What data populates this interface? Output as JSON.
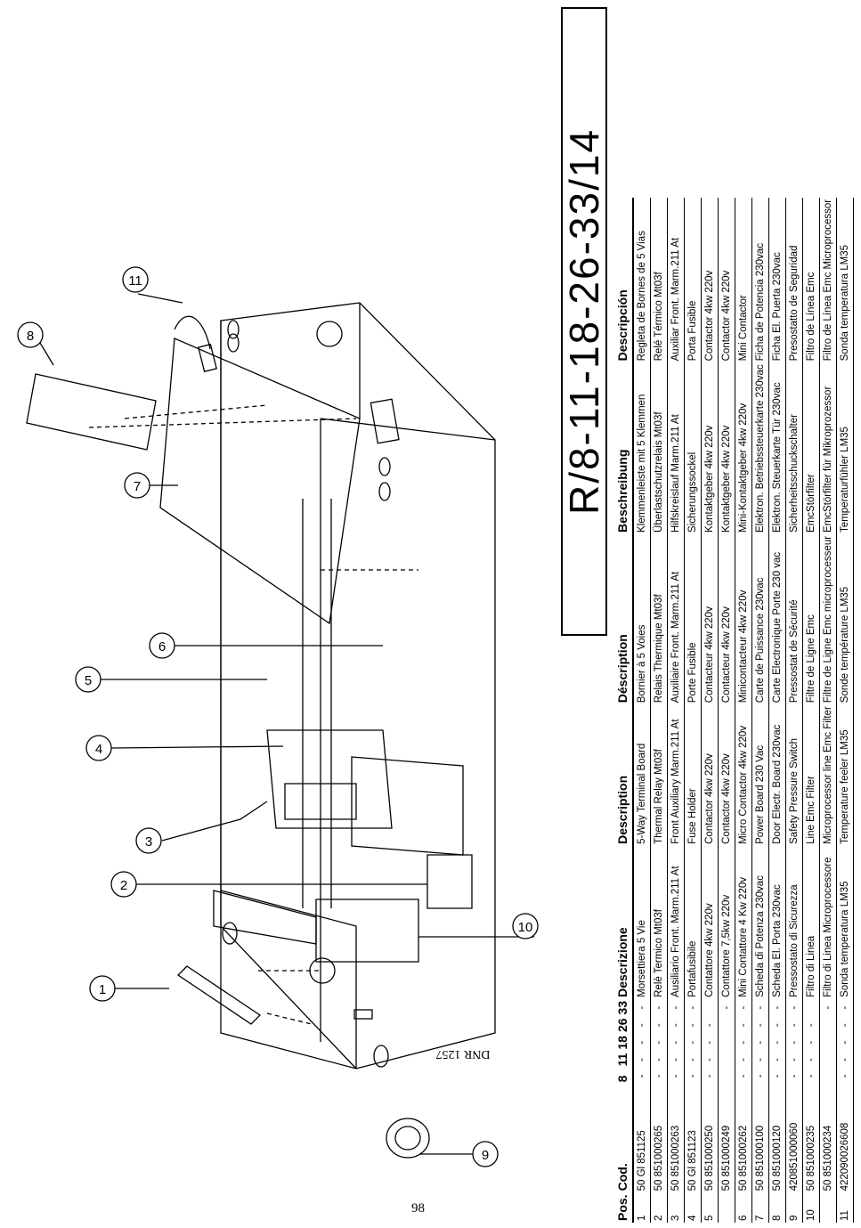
{
  "page": {
    "number": "98"
  },
  "title": "R/8-11-18-26-33/14",
  "diagram": {
    "callouts": [
      "1",
      "2",
      "3",
      "4",
      "5",
      "6",
      "7",
      "8",
      "9",
      "10",
      "11"
    ],
    "plate_label": "DNR 1257"
  },
  "table": {
    "headers": {
      "pos": "Pos.",
      "cod": "Cod.",
      "m8": "8",
      "m11": "11",
      "m18": "18",
      "m26": "26",
      "m33": "33",
      "it": "Descrizione",
      "en": "Description",
      "fr": "Déscription",
      "de": "Beschreibung",
      "es": "Descripción"
    },
    "rows": [
      {
        "pos": "1",
        "cod": "50 Gl 851125",
        "m": [
          "-",
          "-",
          "-",
          "-",
          "-"
        ],
        "it": "Morsettiera 5 Vie",
        "en": "5-Way Terminal Board",
        "fr": "Bornier à 5 Voies",
        "de": "Klemmenleiste mit 5 Klemmen",
        "es": "Regleta de Bornes de 5 Vias"
      },
      {
        "pos": "2",
        "cod": "50 851000265",
        "m": [
          "-",
          "-",
          "-",
          "-",
          "-"
        ],
        "it": "Relè Termico Mt03f",
        "en": "Thermal Relay Mt03f",
        "fr": "Relais Thermique Mt03f",
        "de": "Überlastschutzrelais Mt03f",
        "es": "Relé Térmico Mt03f"
      },
      {
        "pos": "3",
        "cod": "50 851000263",
        "m": [
          "-",
          "-",
          "-",
          "-",
          "-"
        ],
        "it": "Ausiliario Front. Marm.211 At",
        "en": "Front Auxiliary Marm.211 At",
        "fr": "Auxiliaire Front. Marm.211 At",
        "de": "Hilfskreislauf Marm.211 At",
        "es": "Auxiliar Front. Marm.211 At"
      },
      {
        "pos": "4",
        "cod": "50 Gl 851123",
        "m": [
          "-",
          "-",
          "-",
          "-",
          "-"
        ],
        "it": "Portafusibile",
        "en": "Fuse Holder",
        "fr": "Porte Fusible",
        "de": "Sicherungssockel",
        "es": "Porta Fusible"
      },
      {
        "pos": "5",
        "cod": "50 851000250",
        "m": [
          "-",
          "-",
          "-",
          "-",
          ""
        ],
        "it": "Contattore 4kw 220v",
        "en": "Contactor 4kw 220v",
        "fr": "Contacteur 4kw 220v",
        "de": "Kontaktgeber 4kw 220v",
        "es": "Contactor 4kw 220v"
      },
      {
        "pos": "",
        "cod": "50 851000249",
        "m": [
          "",
          "",
          "",
          "",
          "-"
        ],
        "it": "Contattore 7,5kw 220v",
        "en": "Contactor 4kw 220v",
        "fr": "Contacteur 4kw 220v",
        "de": "Kontaktgeber 4kw 220v",
        "es": "Contactor 4kw 220v"
      },
      {
        "pos": "6",
        "cod": "50 851000262",
        "m": [
          "-",
          "-",
          "-",
          "-",
          "-"
        ],
        "it": "Mini Contattore 4 Kw 220v",
        "en": "Micro Contactor 4kw 220v",
        "fr": "Minicontacteur 4kw 220v",
        "de": "Mini-Kontaktgeber 4kw 220v",
        "es": "Mini Contactor"
      },
      {
        "pos": "7",
        "cod": "50 851000100",
        "m": [
          "-",
          "-",
          "-",
          "-",
          "-"
        ],
        "it": "Scheda di Potenza 230vac",
        "en": "Power Board 230 Vac",
        "fr": "Carte de Puissance 230vac",
        "de": "Elektron. Betriebssteuerkarte 230vac",
        "es": "Ficha de Potencia 230vac"
      },
      {
        "pos": "8",
        "cod": "50 851000120",
        "m": [
          "-",
          "-",
          "-",
          "-",
          "-"
        ],
        "it": "Scheda El. Porta 230vac",
        "en": "Door Electr. Board 230vac",
        "fr": "Carte Electronique Porte 230 vac",
        "de": "Elektron. Steuerkarte Tür 230vac",
        "es": "Ficha El. Puerta 230vac"
      },
      {
        "pos": "9",
        "cod": "420851000060",
        "m": [
          "-",
          "-",
          "-",
          "-",
          "-"
        ],
        "it": "Pressostato di Sicurezza",
        "en": "Safety Pressure Switch",
        "fr": "Pressostat de Sécurité",
        "de": "Sicherheitsschuckschalter",
        "es": "Presostatto de Seguridad"
      },
      {
        "pos": "10",
        "cod": "50 851000235",
        "m": [
          "-",
          "-",
          "-",
          "-",
          ""
        ],
        "it": "Filtro di Linea",
        "en": "Line Emc Filter",
        "fr": "Filtre de Ligne Emc",
        "de": "EmcStörfilter",
        "es": "Filtro de Línea Emc"
      },
      {
        "pos": "",
        "cod": "50 851000234",
        "m": [
          "",
          "",
          "",
          "",
          "-"
        ],
        "it": "Filtro di Linea Microprocessore",
        "en": "Microprocessor line Emc Filter",
        "fr": "Filtre de Ligne Emc microprocesseur",
        "de": "EmcStörfilter für Mikroprozessor",
        "es": "Filtro de Línea Emc Microprocessor"
      },
      {
        "pos": "11",
        "cod": "422090026608",
        "m": [
          "-",
          "-",
          "-",
          "-",
          "-"
        ],
        "it": "Sonda temperatura LM35",
        "en": "Temperature feeler LM35",
        "fr": "Sonde température LM35",
        "de": "Temperaturfühler LM35",
        "es": "Sonda temperatura LM35"
      }
    ]
  }
}
